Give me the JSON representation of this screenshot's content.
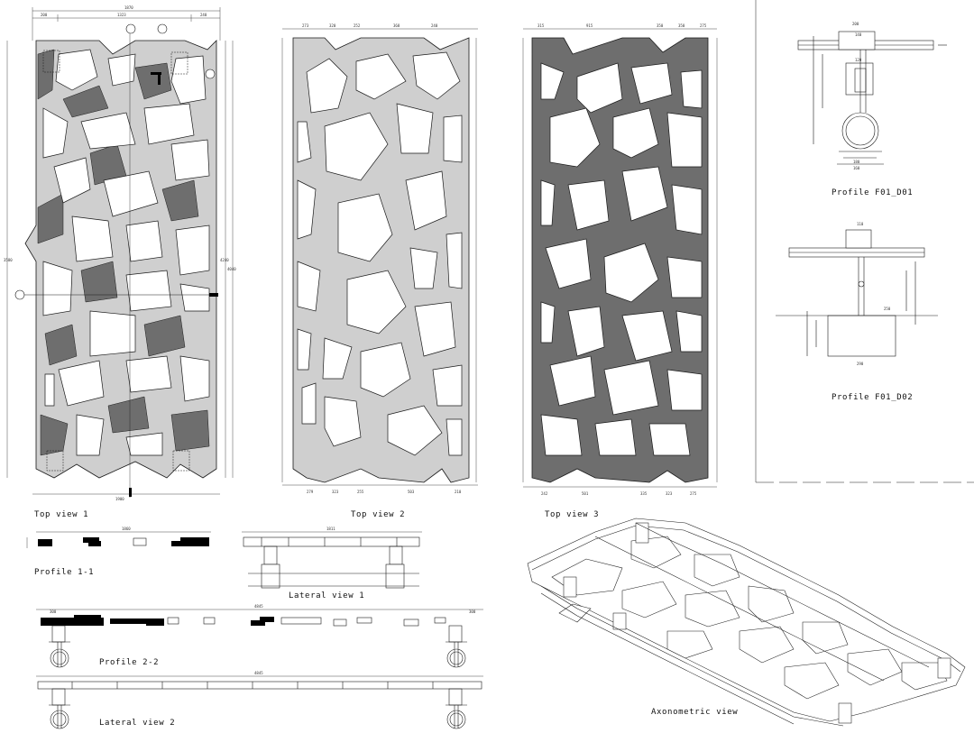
{
  "colors": {
    "line": "#1a1a1a",
    "fill_light": "#cfcfcf",
    "fill_dark": "#6e6e6e",
    "fill_black": "#000000",
    "background": "#ffffff"
  },
  "views": {
    "top_view_1": "Top view 1",
    "top_view_2": "Top view 2",
    "top_view_3": "Top view 3",
    "profile_f01_d01": "Profile F01_D01",
    "profile_f01_d02": "Profile F01_D02",
    "profile_1_1": "Profile 1-1",
    "lateral_view_1": "Lateral view 1",
    "profile_2_2": "Profile 2-2",
    "lateral_view_2": "Lateral view 2",
    "axonometric_view": "Axonometric view"
  },
  "dimensions": {
    "tv1_top_total": "1870",
    "tv1_top_segments": [
      "200",
      "1323",
      "240"
    ],
    "tv1_bottom": "1900",
    "tv1_right_a": "4240",
    "tv1_right_b": "4040",
    "tv1_left": "3580",
    "tv2_top_segments": [
      "273",
      "320",
      "252",
      "368",
      "240"
    ],
    "tv2_bottom_segments": [
      "279",
      "323",
      "255",
      "503",
      "210"
    ],
    "tv3_top_segments": [
      "315",
      "915",
      "350",
      "350",
      "275"
    ],
    "tv3_bottom_segments": [
      "242",
      "501",
      "335",
      "323",
      "275"
    ],
    "pf1_top": "200",
    "pf1_mid": "140",
    "pf1_inner": "120",
    "pf1_bottom_a": "180",
    "pf1_bottom_b": "160",
    "pf2_top": "110",
    "pf2_mid": "250",
    "pf2_bottom": "290",
    "profile11_width": "1860",
    "lateral1_width": "1811",
    "profile22_width": "4845",
    "profile22_left": "300",
    "profile22_right": "300",
    "lateral2_width": "4845"
  }
}
